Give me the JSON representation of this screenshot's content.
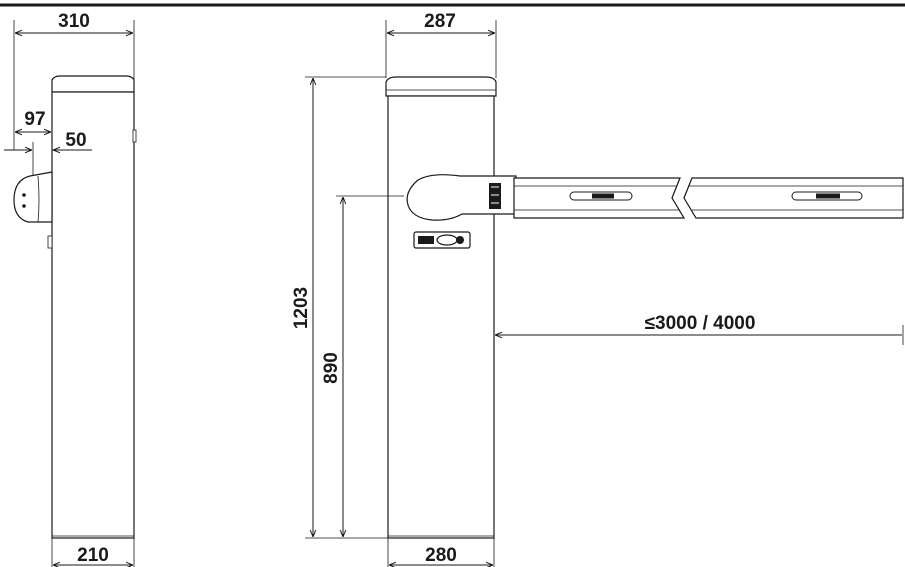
{
  "dimensions": {
    "top_width_side": "310",
    "base_width_side": "210",
    "offset_97": "97",
    "offset_50": "50",
    "top_width_front": "287",
    "base_width_front": "280",
    "total_height": "1203",
    "arm_height": "890",
    "boom_length": "≤3000 / 4000"
  }
}
